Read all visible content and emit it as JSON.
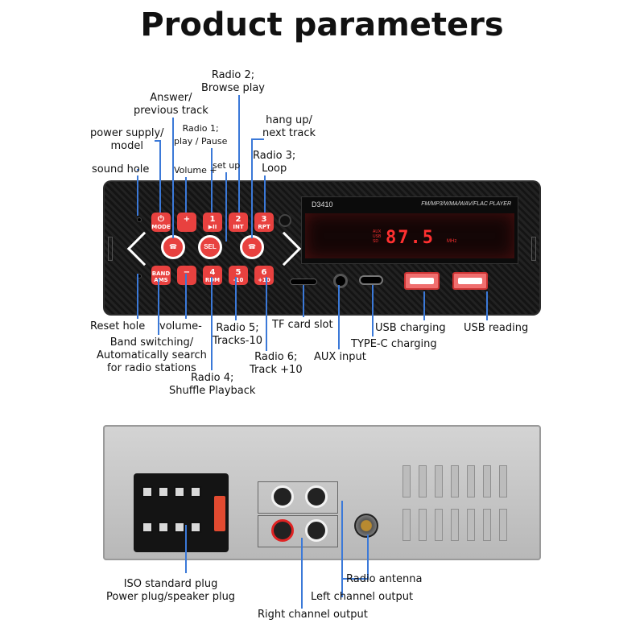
{
  "title": "Product parameters",
  "front": {
    "model": "D3410",
    "player_text": "FM/MP3/WMA/WAV/FLAC PLAYER",
    "display_reading": "87.5",
    "display_unit": "MHz",
    "display_modes": [
      "AUX",
      "USB",
      "SD"
    ],
    "buttons_top": [
      {
        "big": "⏻",
        "small": "MODE"
      },
      {
        "big": "+",
        "small": ""
      },
      {
        "big": "1",
        "small": "▶II"
      },
      {
        "big": "2",
        "small": "INT"
      },
      {
        "big": "3",
        "small": "RPT"
      }
    ],
    "buttons_bottom": [
      {
        "big": "",
        "small": "BAND AMS"
      },
      {
        "big": "−",
        "small": ""
      },
      {
        "big": "4",
        "small": "RDM"
      },
      {
        "big": "5",
        "small": "-10"
      },
      {
        "big": "6",
        "small": "+10"
      }
    ],
    "round_center": "SEL",
    "round_left": "☎",
    "round_right": "☎"
  },
  "labels": {
    "radio2": "Radio 2;\nBrowse play",
    "answer": "Answer/\nprevious track",
    "hangup": "hang up/\nnext track",
    "power": "power supply/\nmodel",
    "radio1": "Radio 1;\nplay / Pause",
    "radio3": "Radio 3;\nLoop",
    "volume_plus": "Volume +",
    "setup": "set up",
    "sound_hole": "sound hole",
    "reset_hole": "Reset hole",
    "volume_minus": "volume-",
    "radio5": "Radio 5;\nTracks-10",
    "tf_slot": "TF card slot",
    "usb_charging": "USB charging",
    "usb_reading": "USB reading",
    "band": "Band switching/\nAutomatically search\nfor radio stations",
    "typec": "TYPE-C charging",
    "radio6": "Radio 6;\nTrack +10",
    "aux": "AUX input",
    "radio4": "Radio 4;\nShuffle Playback",
    "iso": "ISO standard plug\nPower plug/speaker plug",
    "antenna": "Radio antenna",
    "left_channel": "Left channel output",
    "right_channel": "Right channel output"
  }
}
